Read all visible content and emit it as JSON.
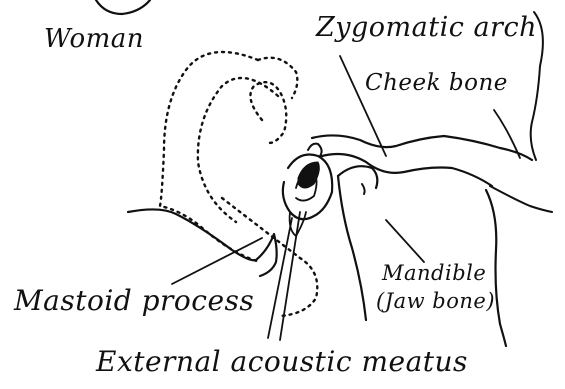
{
  "labels": {
    "woman": "Woman",
    "zygomatic_arch": "Zygomatic arch",
    "cheek_bone": "Cheek bone",
    "mandible": "Mandible",
    "jaw_bone": "(Jaw bone)",
    "mastoid_process": "Mastoid process",
    "external_acoustic_meatus": "External acoustic meatus"
  },
  "colors": {
    "ink": "#111111",
    "paper": "#ffffff"
  }
}
